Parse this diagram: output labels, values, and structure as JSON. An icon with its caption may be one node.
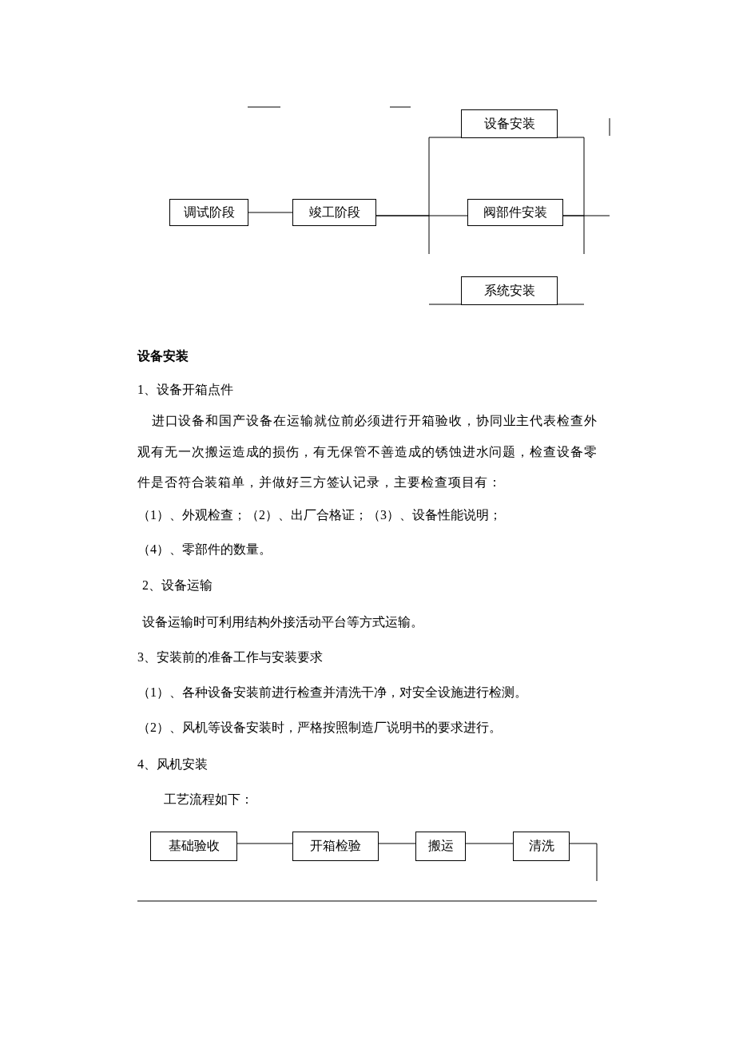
{
  "diagram": {
    "nodes": [
      {
        "text": [
          "设备安装"
        ]
      },
      {
        "text": [
          "调试阶段"
        ]
      },
      {
        "text": [
          "竣工阶段"
        ]
      },
      {
        "text": [
          "阀部件安装"
        ]
      },
      {
        "text": [
          "系统安装"
        ]
      },
      {
        "text": [
          "基础验收"
        ]
      },
      {
        "text": [
          "开箱检验"
        ]
      },
      {
        "text": [
          "搬运"
        ]
      },
      {
        "text": [
          "清洗"
        ]
      }
    ],
    "edges": [
      {
        "from": 1,
        "to": 2,
        "arrow": "none"
      },
      {
        "from": 2,
        "to": 3,
        "arrow": "none"
      },
      {
        "from": 2,
        "to": 0,
        "arrow": "none"
      },
      {
        "from": 0,
        "to": 3,
        "arrow": "none"
      },
      {
        "from": 3,
        "to": null,
        "arrow": "none"
      },
      {
        "from": 5,
        "to": 6,
        "arrow": "none"
      },
      {
        "from": 6,
        "to": 7,
        "arrow": "none"
      },
      {
        "from": 7,
        "to": 8,
        "arrow": "none"
      },
      {
        "from": 8,
        "to": null,
        "arrow": "none"
      }
    ],
    "labels": [
      "设备安装",
      "1、设备开箱点件",
      "进口设备和国产设备在运输就位前必须进行开箱验收，协同业主代表检查外观有无一次搬运造成的损伤，有无保管不善造成的锈蚀进水问题，检查设备零件是否符合装箱单，并做好三方签认记录，主要检查项目有：",
      "（1）、外观检查；（2）、出厂合格证；（3）、设备性能说明；",
      "（4）、零部件的数量。",
      "2、设备运输",
      "设备运输时可利用结构外接活动平台等方式运输。",
      "3、安装前的准备工作与安装要求",
      "（1）、各种设备安装前进行检查并清洗干净，对安全设施进行检测。",
      "（2）、风机等设备安装时，严格按照制造厂说明书的要求进行。",
      "4、风机安装",
      "工艺流程如下："
    ]
  }
}
